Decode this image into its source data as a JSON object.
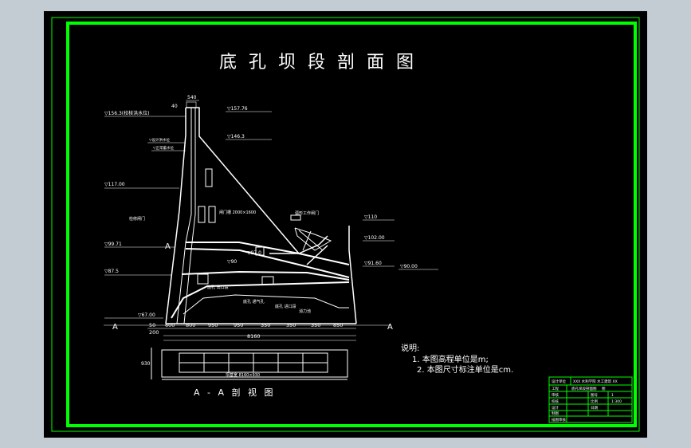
{
  "drawing": {
    "title": "底 孔 坝 段 剖 面 图",
    "section_title": "A - A 剖 视 图",
    "section_marker": "A",
    "top_width": "540",
    "top_offset": "40",
    "elevations": {
      "crest_left": "▽156.3(校核洪水位)",
      "crest_right": "▽157.76",
      "design_level": "▽设计洪水位",
      "normal_level": "▽正常蓄水位",
      "el_146": "▽146.3",
      "el_117": "▽117.00",
      "el_110": "▽110",
      "el_1020": "▽102.00",
      "el_99": "▽99.71",
      "el_97": "▽97.0",
      "el_9160": "▽91.60",
      "el_90a": "▽90",
      "el_9000": "▽90.00",
      "el_875": "▽87.5",
      "el_670": "▽67.00"
    },
    "labels": {
      "gallery": "检修闸门",
      "gate": "弧形工作闸门",
      "channel1": "底孔 出口段",
      "channel2": "底孔 通气孔 ",
      "channel3": "底孔 进口段",
      "channel4": "消力池",
      "note_gate": "闸门槽 2000×1600"
    },
    "dimensions": [
      "50",
      "600",
      "800",
      "950",
      "950",
      "350",
      "350",
      "350",
      "850"
    ],
    "dim_left": "200",
    "total_width": "8160",
    "plan_height": "930",
    "plan_note": "坝基宽 8160×930"
  },
  "notes": {
    "heading": "说明:",
    "items": [
      "1. 本图高程单位是m;",
      "2. 本图尺寸标注单位是cm."
    ]
  },
  "title_block": {
    "row1": [
      "设计单位",
      "XXX 水利学院 水工建筑 XX"
    ],
    "row2": [
      "工程",
      "底孔坝段剖面图",
      "图"
    ],
    "row3": [
      "审核",
      "",
      "图号",
      "1"
    ],
    "row4": [
      "校核",
      "",
      "比例",
      "1:300"
    ],
    "row5": [
      "设计",
      "",
      "日期",
      ""
    ],
    "row6": [
      "制图",
      ""
    ],
    "row7": [
      "描图审核",
      ""
    ]
  }
}
